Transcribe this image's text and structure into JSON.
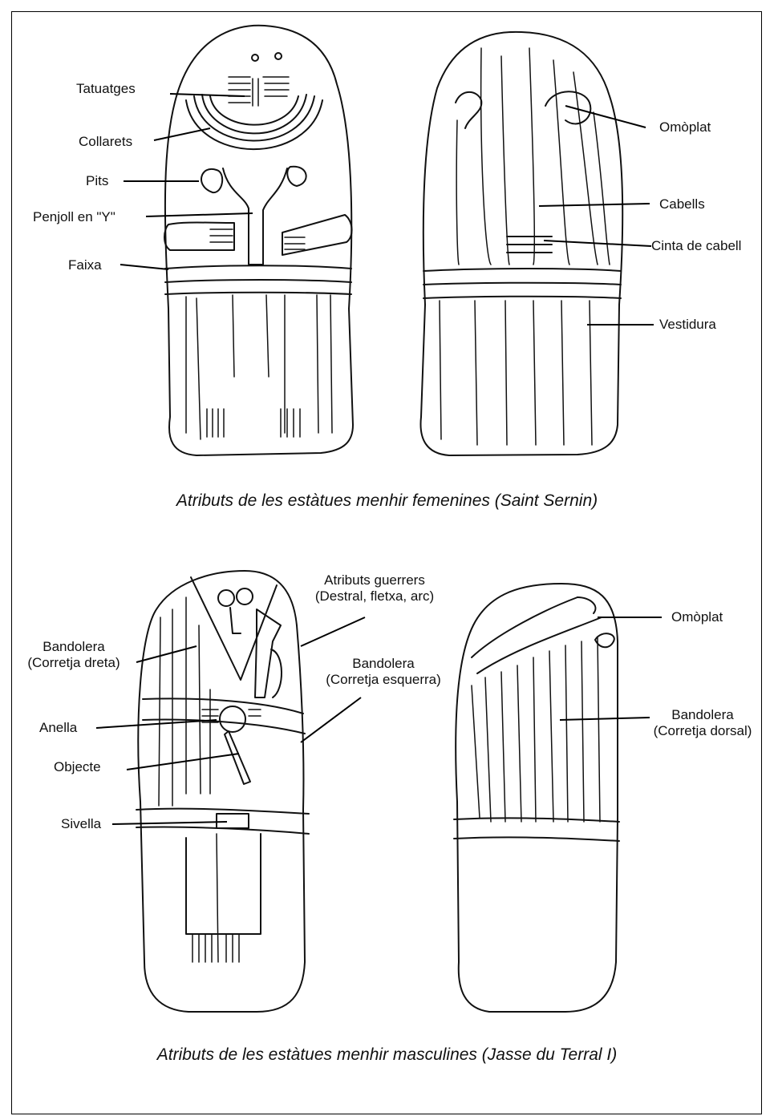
{
  "colors": {
    "ink": "#111111",
    "background": "#ffffff"
  },
  "female": {
    "caption": "Atributs de les estàtues menhir femenines (Saint Sernin)",
    "labels": {
      "tatuatges": "Tatuatges",
      "collarets": "Collarets",
      "pits": "Pits",
      "penjoll": "Penjoll en \"Y\"",
      "faixa": "Faixa",
      "omoplat": "Omòplat",
      "cabells": "Cabells",
      "cinta": "Cinta de cabell",
      "vestidura": "Vestidura"
    }
  },
  "male": {
    "caption": "Atributs de les estàtues menhir masculines (Jasse du Terral I)",
    "labels": {
      "atributs_1": "Atributs guerrers",
      "atributs_2": "(Destral, fletxa, arc)",
      "bandolera_dreta_1": "Bandolera",
      "bandolera_dreta_2": "(Corretja dreta)",
      "bandolera_esq_1": "Bandolera",
      "bandolera_esq_2": "(Corretja esquerra)",
      "anella": "Anella",
      "objecte": "Objecte",
      "sivella": "Sivella",
      "omoplat": "Omòplat",
      "bandolera_dorsal_1": "Bandolera",
      "bandolera_dorsal_2": "(Corretja dorsal)"
    }
  }
}
